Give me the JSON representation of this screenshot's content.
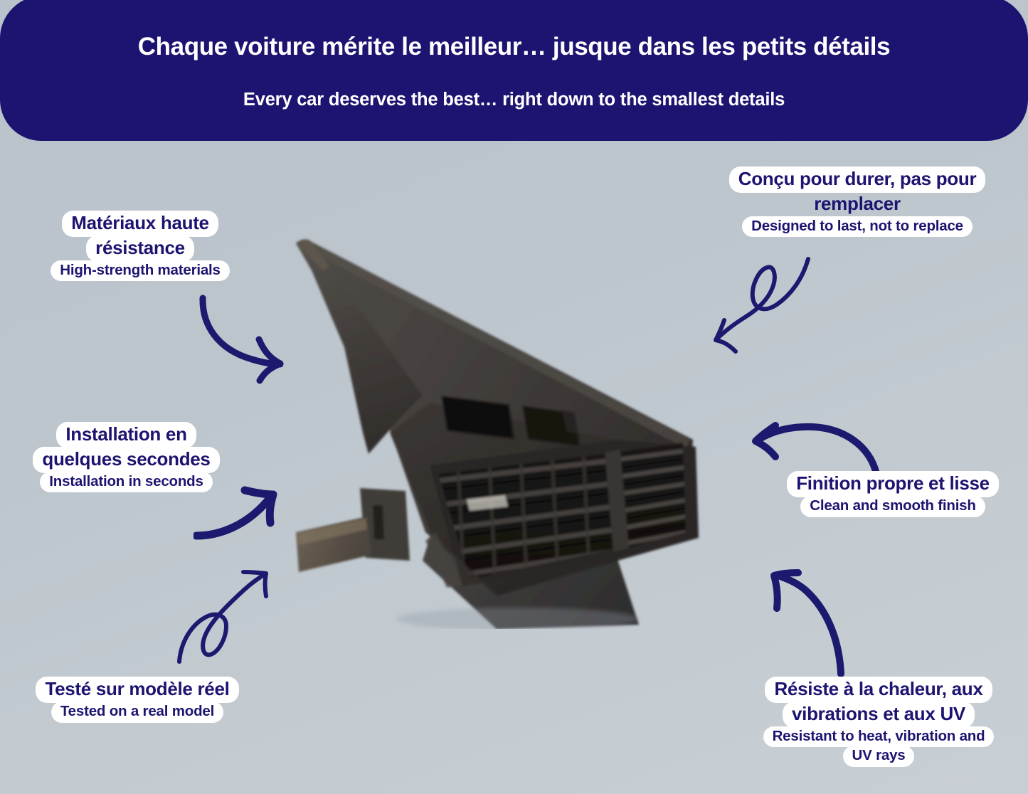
{
  "header": {
    "title": "Chaque voiture mérite le meilleur… jusque dans les petits détails",
    "subtitle": "Every car deserves the best… right down to the smallest details",
    "background_color": "#1c1470",
    "text_color": "#ffffff"
  },
  "theme": {
    "page_background": "#bcc5cc",
    "accent_navy": "#1c1470",
    "callout_background": "#ffffff"
  },
  "product": {
    "name": "car-dashboard-air-vent-trim",
    "description": "Black plastic automotive dashboard corner air vent trim panel with louvered grilles"
  },
  "callouts": [
    {
      "id": "materiaux-haute-resistance",
      "position": "top-left",
      "fr_lines": [
        "Matériaux haute",
        "résistance"
      ],
      "en_lines": [
        "High-strength materials"
      ]
    },
    {
      "id": "concu-pour-durer",
      "position": "top-right",
      "fr_lines": [
        "Conçu pour durer, pas pour",
        "remplacer"
      ],
      "en_lines": [
        "Designed to last, not to replace"
      ]
    },
    {
      "id": "installation-en-quelques-secondes",
      "position": "middle-left",
      "fr_lines": [
        "Installation en",
        "quelques secondes"
      ],
      "en_lines": [
        "Installation in seconds"
      ]
    },
    {
      "id": "finition-propre-et-lisse",
      "position": "middle-right",
      "fr_lines": [
        "Finition propre et lisse"
      ],
      "en_lines": [
        "Clean and smooth finish"
      ]
    },
    {
      "id": "teste-sur-modele-reel",
      "position": "bottom-left",
      "fr_lines": [
        "Testé sur modèle réel"
      ],
      "en_lines": [
        "Tested on a real model"
      ]
    },
    {
      "id": "resiste-chaleur-vibrations-uv",
      "position": "bottom-right",
      "fr_lines": [
        "Résiste à la chaleur, aux",
        "vibrations et aux UV"
      ],
      "en_lines": [
        "Resistant to heat, vibration and",
        "UV rays"
      ]
    }
  ],
  "arrows": [
    {
      "id": "arrow-top-left",
      "style": "curved",
      "direction": "down-right"
    },
    {
      "id": "arrow-top-right",
      "style": "looped",
      "direction": "down-left"
    },
    {
      "id": "arrow-middle-left",
      "style": "curved",
      "direction": "up-right"
    },
    {
      "id": "arrow-middle-right",
      "style": "curved",
      "direction": "left"
    },
    {
      "id": "arrow-bottom-left",
      "style": "looped",
      "direction": "up-right"
    },
    {
      "id": "arrow-bottom-right",
      "style": "curved",
      "direction": "up-left"
    }
  ]
}
